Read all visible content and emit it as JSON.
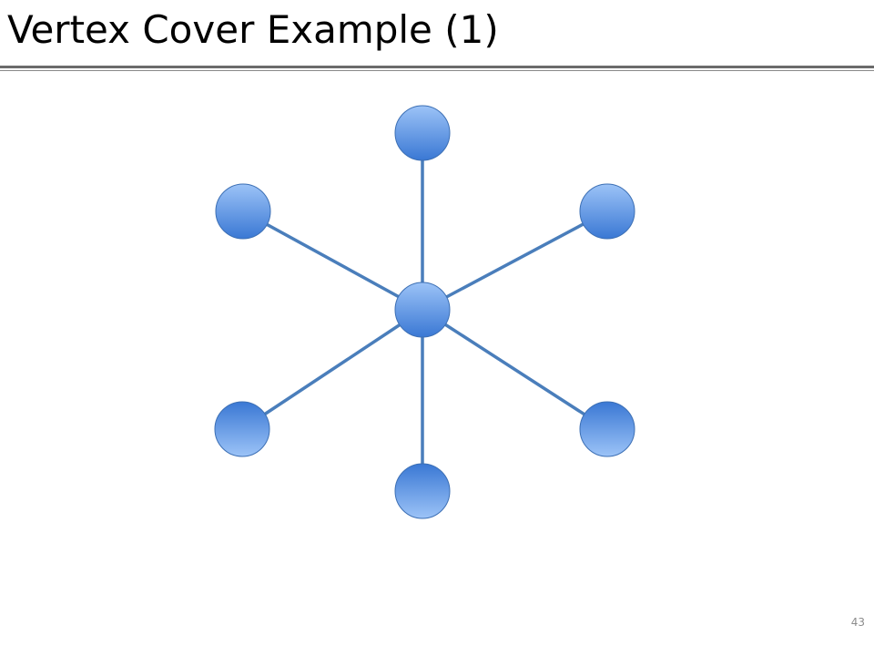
{
  "slide": {
    "title": "Vertex Cover Example (1)",
    "number": "43"
  },
  "graph": {
    "type": "star",
    "vertices": [
      {
        "id": "center",
        "name": "vertex-center"
      },
      {
        "id": "top",
        "name": "vertex-top"
      },
      {
        "id": "upper-left",
        "name": "vertex-upper-left"
      },
      {
        "id": "upper-right",
        "name": "vertex-upper-right"
      },
      {
        "id": "lower-left",
        "name": "vertex-lower-left"
      },
      {
        "id": "lower-right",
        "name": "vertex-lower-right"
      },
      {
        "id": "bottom",
        "name": "vertex-bottom"
      }
    ],
    "edges": [
      [
        "center",
        "top"
      ],
      [
        "center",
        "upper-left"
      ],
      [
        "center",
        "upper-right"
      ],
      [
        "center",
        "lower-left"
      ],
      [
        "center",
        "lower-right"
      ],
      [
        "center",
        "bottom"
      ]
    ],
    "colors": {
      "edge": "#4a7ebb",
      "node_dark": "#3a78d4",
      "node_light": "#9cc3f7",
      "node_stroke": "#3c6fb4"
    }
  }
}
